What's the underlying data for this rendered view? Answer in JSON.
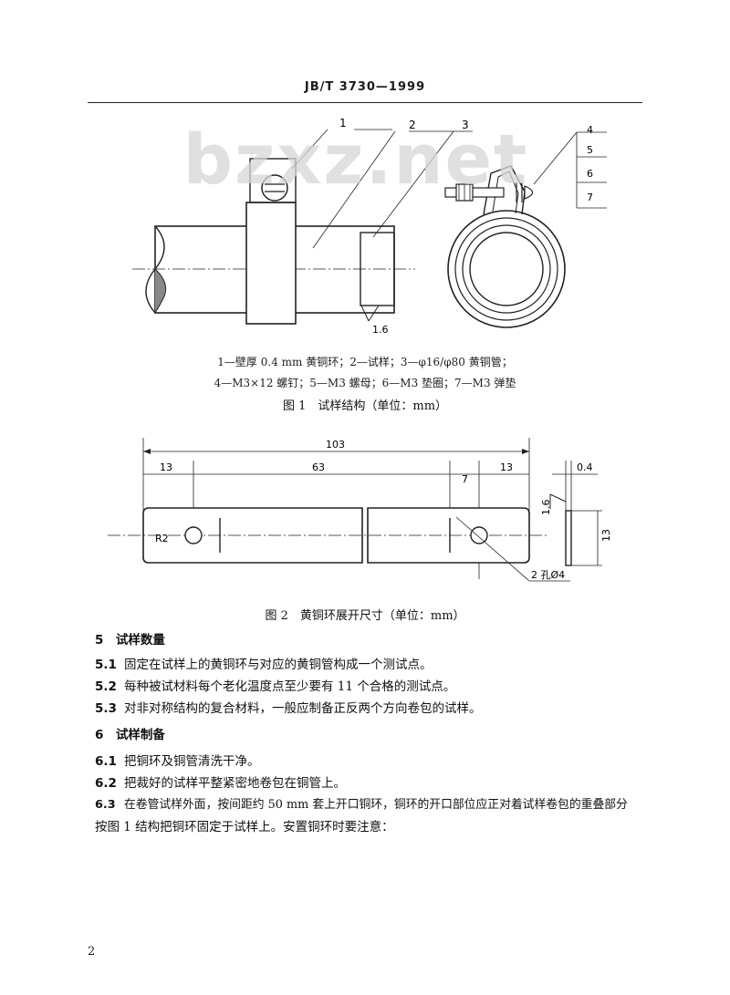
{
  "header": {
    "standard_no": "JB/T 3730—1999"
  },
  "watermark": "bzxz.net",
  "figure1": {
    "callouts": [
      "1",
      "2",
      "3",
      "4",
      "5",
      "6",
      "7"
    ],
    "roughness": "1.6",
    "legend_line1": "1—壁厚 0.4 mm 黄铜环；2—试样；3—φ16/φ80 黄铜管；",
    "legend_line2": "4—M3×12 螺钉；5—M3 螺母；6—M3 垫圈；7—M3 弹垫",
    "caption": "图 1　试样结构（单位：mm）"
  },
  "figure2": {
    "dims": {
      "total": "103",
      "left": "13",
      "middle": "63",
      "gap": "7",
      "right": "13",
      "thickness": "0.4",
      "height": "13",
      "radius": "R2",
      "holes": "2 孔Ø4",
      "roughness": "1.6"
    },
    "caption": "图 2　黄铜环展开尺寸（单位：mm）"
  },
  "sections": [
    {
      "title": "5　试样数量",
      "items": [
        {
          "num": "5.1",
          "text": "固定在试样上的黄铜环与对应的黄铜管构成一个测试点。"
        },
        {
          "num": "5.2",
          "text": "每种被试材料每个老化温度点至少要有 11 个合格的测试点。"
        },
        {
          "num": "5.3",
          "text": "对非对称结构的复合材料，一般应制备正反两个方向卷包的试样。"
        }
      ]
    },
    {
      "title": "6　试样制备",
      "items": [
        {
          "num": "6.1",
          "text": "把铜环及铜管清洗干净。"
        },
        {
          "num": "6.2",
          "text": "把裁好的试样平整紧密地卷包在铜管上。"
        },
        {
          "num": "6.3",
          "text": "在卷管试样外面，按间距约 50 mm 套上开口铜环，铜环的开口部位应正对着试样卷包的重叠部分"
        }
      ]
    }
  ],
  "para_6_3_cont": "按图 1 结构把铜环固定于试样上。安置铜环时要注意：",
  "page_number": "2"
}
